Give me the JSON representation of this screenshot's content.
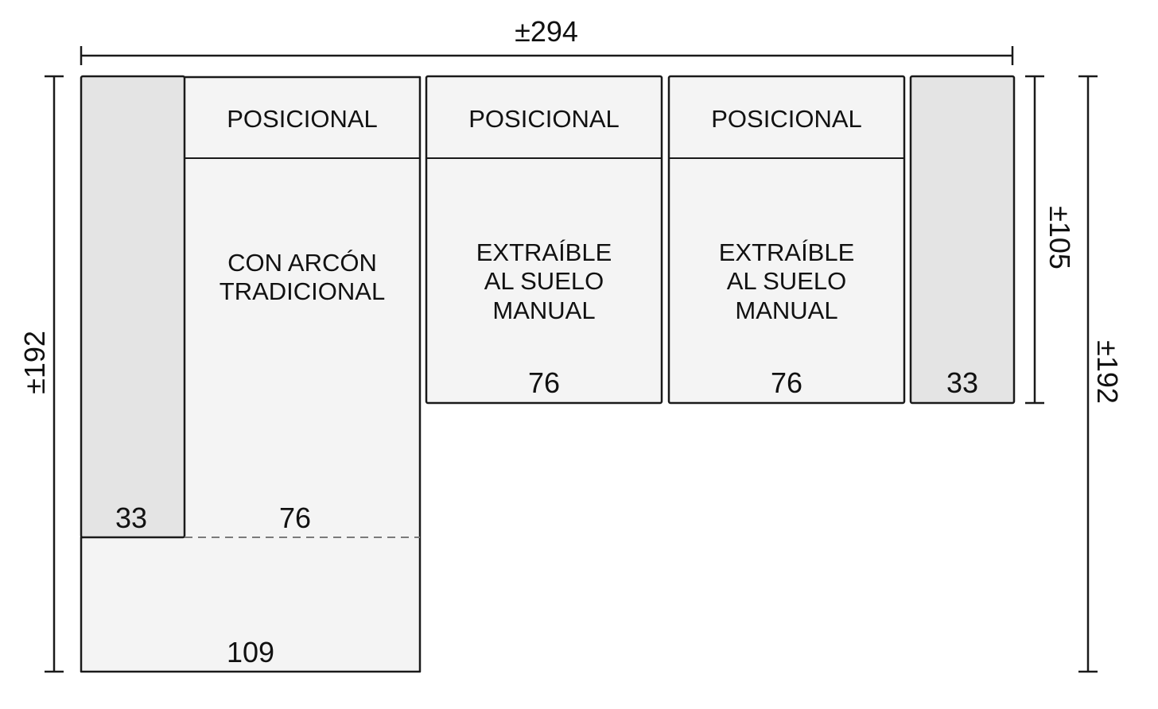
{
  "colors": {
    "line": "#1a1a1a",
    "module_fill": "#f4f4f4",
    "arm_fill": "#e4e4e4",
    "dashed_line": "#7a7a7a",
    "text": "#111111"
  },
  "dimensions": {
    "total_width": "±294",
    "left_depth": "±192",
    "right_depth": "±192",
    "module_depth": "±105"
  },
  "modules": {
    "left_arm": {
      "width": "33"
    },
    "chaise": {
      "header": "POSICIONAL",
      "type_line1": "CON ARCÓN",
      "type_line2": "TRADICIONAL",
      "width": "76",
      "chaise_width": "109"
    },
    "middle": {
      "header": "POSICIONAL",
      "type_line1": "EXTRAÍBLE",
      "type_line2": "AL SUELO",
      "type_line3": "MANUAL",
      "width": "76"
    },
    "right_module": {
      "header": "POSICIONAL",
      "type_line1": "EXTRAÍBLE",
      "type_line2": "AL SUELO",
      "type_line3": "MANUAL",
      "width": "76"
    },
    "right_arm": {
      "width": "33"
    }
  }
}
